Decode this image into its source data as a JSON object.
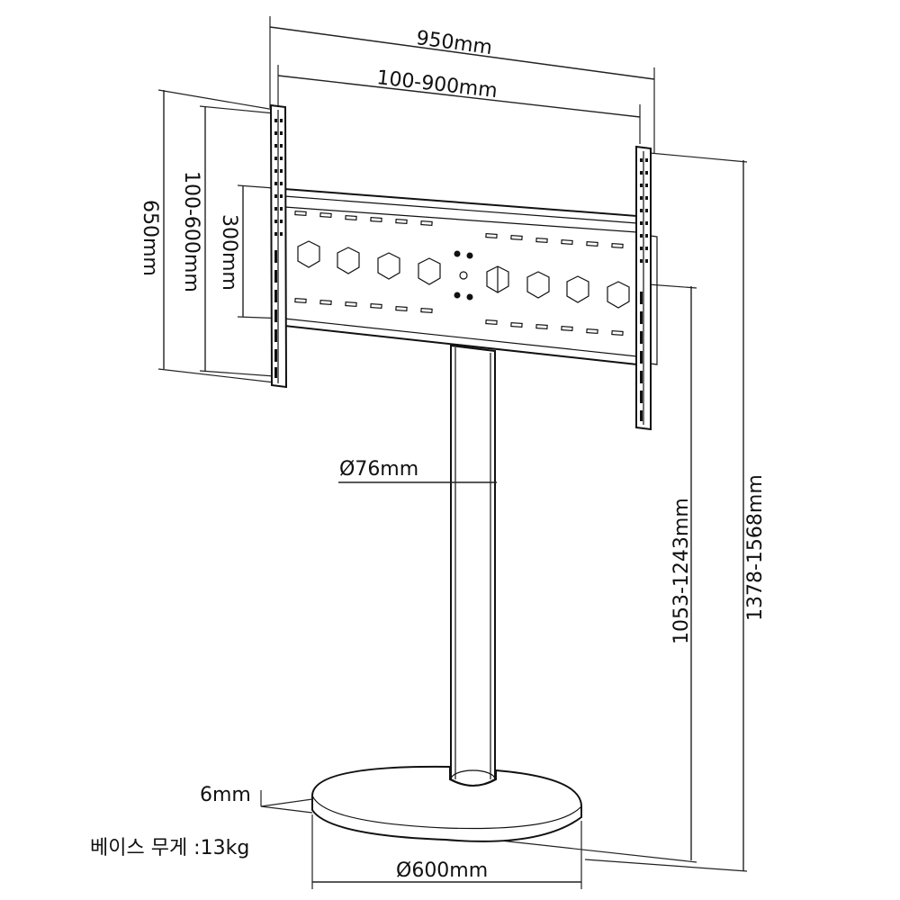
{
  "dimensions": {
    "total_width": "950mm",
    "vesa_horizontal": "100-900mm",
    "total_height_bracket": "650mm",
    "vesa_vertical_range": "100-600mm",
    "plate_height": "300mm",
    "pole_diameter": "Ø76mm",
    "bracket_center_height": "1053-1243mm",
    "overall_height": "1378-1568mm",
    "base_thickness": "6mm",
    "base_diameter": "Ø600mm"
  },
  "base_weight_label": "베이스 무게 :13kg"
}
